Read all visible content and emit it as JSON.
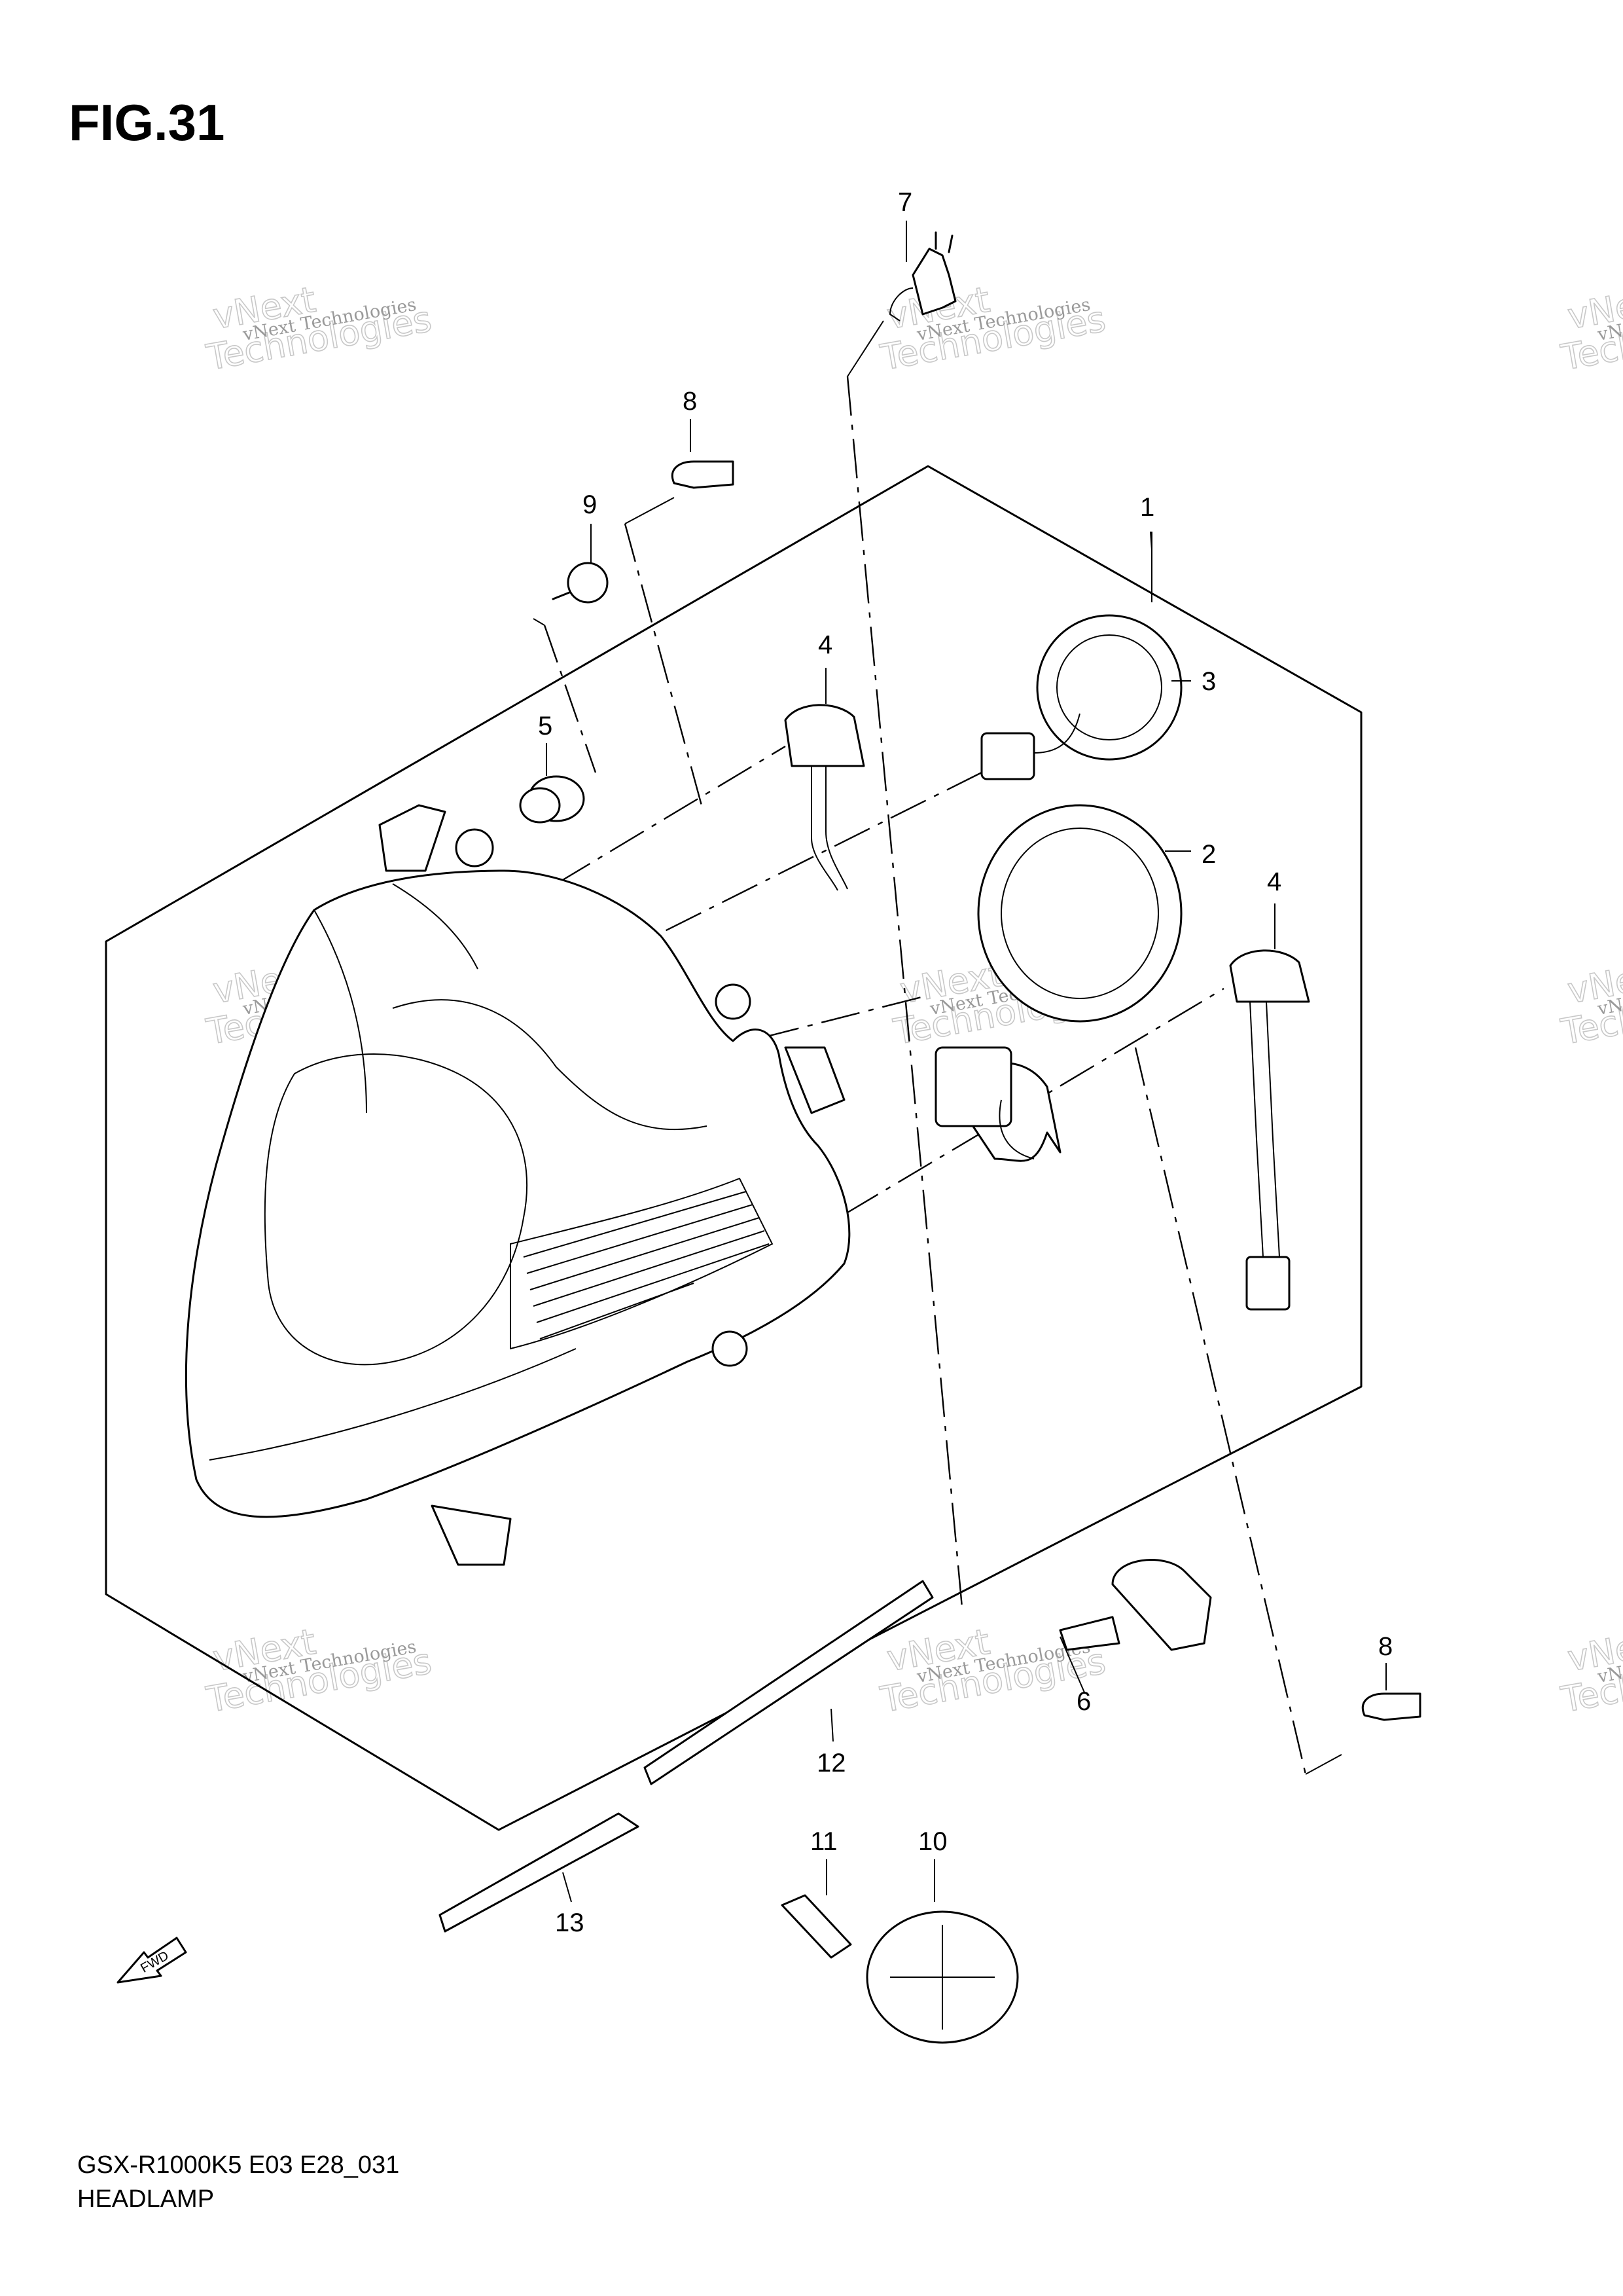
{
  "figure": {
    "title": "FIG.31",
    "model_code": "GSX-R1000K5 E03 E28_031",
    "section_name": "HEADLAMP"
  },
  "watermark": {
    "line1": "vNext Technologies",
    "line2": "vNext",
    "line3": "Technologies"
  },
  "callouts": [
    {
      "id": "1",
      "label": "1"
    },
    {
      "id": "2",
      "label": "2"
    },
    {
      "id": "3",
      "label": "3"
    },
    {
      "id": "4a",
      "label": "4"
    },
    {
      "id": "4b",
      "label": "4"
    },
    {
      "id": "5",
      "label": "5"
    },
    {
      "id": "6",
      "label": "6"
    },
    {
      "id": "7",
      "label": "7"
    },
    {
      "id": "8a",
      "label": "8"
    },
    {
      "id": "8b",
      "label": "8"
    },
    {
      "id": "9",
      "label": "9"
    },
    {
      "id": "10",
      "label": "10"
    },
    {
      "id": "11",
      "label": "11"
    },
    {
      "id": "12",
      "label": "12"
    },
    {
      "id": "13",
      "label": "13"
    }
  ],
  "direction_arrow": {
    "label": "FWD"
  }
}
